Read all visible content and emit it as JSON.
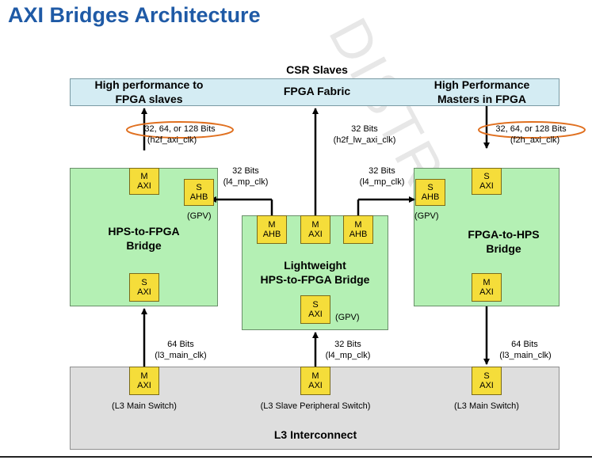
{
  "title": "AXI Bridges Architecture",
  "watermark": "DISTRIBU",
  "fabric": {
    "csr_label": "CSR Slaves",
    "name": "FPGA Fabric",
    "left_label_line1": "High performance to",
    "left_label_line2": "FPGA slaves",
    "right_label_line1": "High Performance",
    "right_label_line2": "Masters in FPGA"
  },
  "bridges": {
    "h2f": {
      "name_line1": "HPS-to-FPGA",
      "name_line2": "Bridge",
      "gpv": "(GPV)"
    },
    "lw": {
      "name_line1": "Lightweight",
      "name_line2": "HPS-to-FPGA Bridge",
      "gpv": "(GPV)"
    },
    "f2h": {
      "name_line1": "FPGA-to-HPS",
      "name_line2": "Bridge",
      "gpv": "(GPV)"
    }
  },
  "ports": {
    "m": "M",
    "s": "S",
    "axi": "AXI",
    "ahb": "AHB"
  },
  "connections": {
    "h2f_top_bits": "32, 64, or 128 Bits",
    "h2f_top_clk": "(h2f_axi_clk)",
    "lw_top_bits": "32 Bits",
    "lw_top_clk": "(h2f_lw_axi_clk)",
    "f2h_top_bits": "32, 64, or 128 Bits",
    "f2h_top_clk": "(f2h_axi_clk)",
    "gpv_left_bits": "32 Bits",
    "gpv_left_clk": "(l4_mp_clk)",
    "gpv_right_bits": "32 Bits",
    "gpv_right_clk": "(l4_mp_clk)",
    "h2f_bottom_bits": "64 Bits",
    "h2f_bottom_clk": "(l3_main_clk)",
    "lw_bottom_bits": "32 Bits",
    "lw_bottom_clk": "(l4_mp_clk)",
    "f2h_bottom_bits": "64 Bits",
    "f2h_bottom_clk": "(l3_main_clk)"
  },
  "l3": {
    "name": "L3 Interconnect",
    "left_switch": "(L3 Main Switch)",
    "center_switch": "(L3 Slave Peripheral Switch)",
    "right_switch": "(L3 Main Switch)"
  },
  "colors": {
    "title": "#1f5aa6",
    "fabric": "#d4ecf3",
    "bridge": "#b4f0b4",
    "port": "#f5dd3a",
    "interconnect": "#dedede",
    "highlight_ellipse": "#e07020"
  }
}
